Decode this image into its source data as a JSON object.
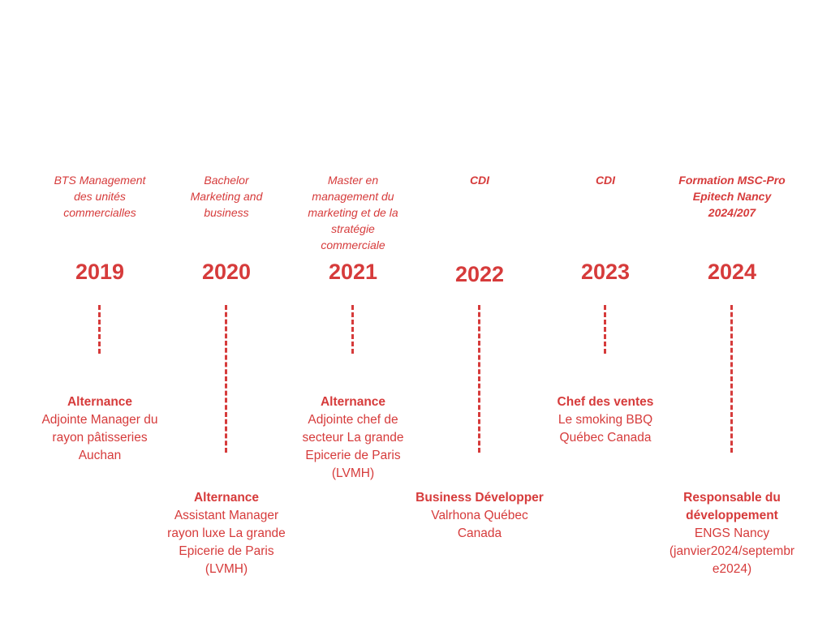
{
  "accent_color": "#d63b3b",
  "timeline": [
    {
      "caption": "BTS Management\ndes unités\ncommercialles",
      "year": "2019",
      "role_title": "Alternance",
      "role_desc": "Adjointe Manager du\nrayon pâtisseries\nAuchan"
    },
    {
      "caption": "Bachelor\nMarketing and\nbusiness",
      "year": "2020",
      "role_title": "Alternance",
      "role_desc": "Assistant Manager\nrayon luxe La grande\nEpicerie de Paris\n(LVMH)"
    },
    {
      "caption": "Master en\nmanagement du\nmarketing et de la\nstratégie\ncommerciale",
      "year": "2021",
      "role_title": "Alternance",
      "role_desc": "Adjointe chef de\nsecteur La grande\nEpicerie de Paris\n(LVMH)"
    },
    {
      "caption": "CDI",
      "year": "2022",
      "role_title": "Business Développer",
      "role_desc": "Valrhona Québec\nCanada"
    },
    {
      "caption": "CDI",
      "year": "2023",
      "role_title": "Chef des ventes",
      "role_desc": "Le smoking BBQ\nQuébec Canada"
    },
    {
      "caption": "Formation MSC-Pro\nEpitech Nancy\n2024/207",
      "year": "2024",
      "role_title": "Responsable du\ndéveloppement",
      "role_desc": "ENGS Nancy\n(janvier2024/septembr\ne2024)"
    }
  ]
}
